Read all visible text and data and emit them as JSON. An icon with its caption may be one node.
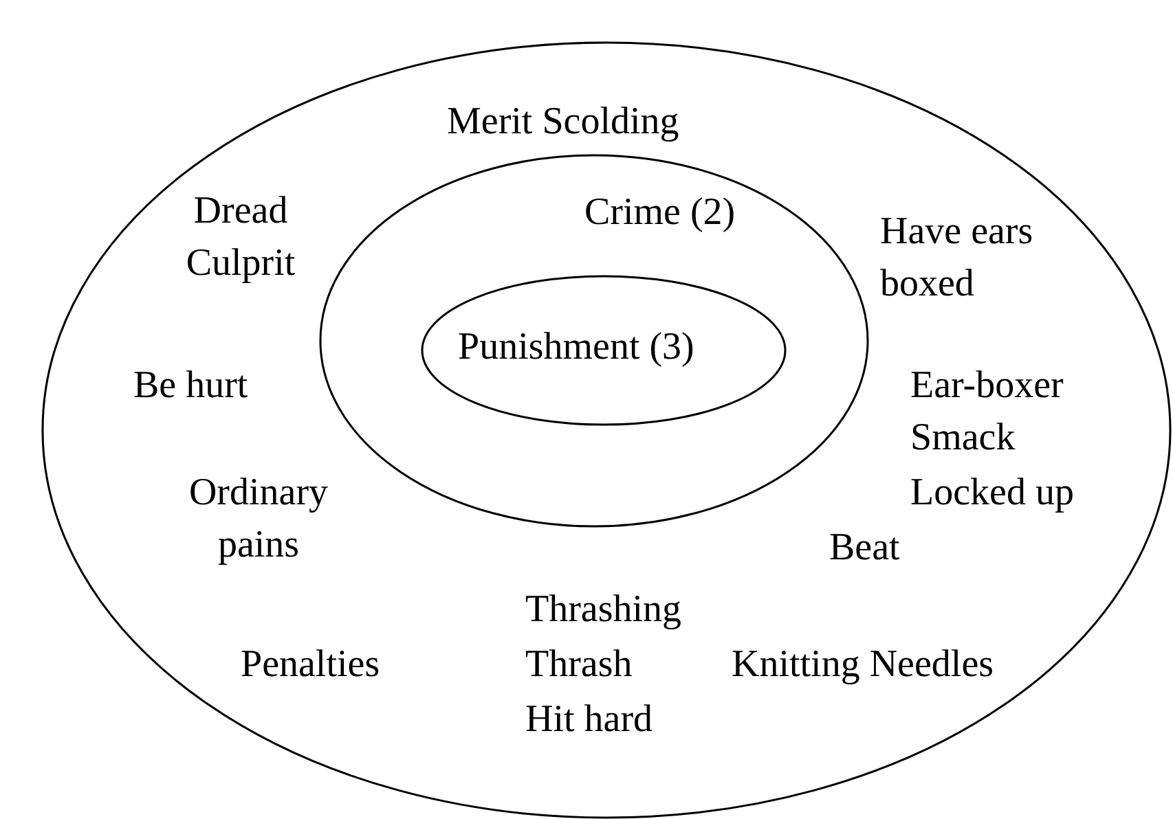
{
  "diagram": {
    "nodes": [
      {
        "text": [
          "Merit Scolding",
          "Dread Culprit",
          "Have ears boxed",
          "Be hurt",
          "Ear-boxer",
          "Smack",
          "Locked up",
          "Ordinary pains",
          "Beat",
          "Thrashing",
          "Penalties",
          "Thrash",
          "Knitting Needles",
          "Hit hard"
        ]
      },
      {
        "text": [
          "Crime (2)"
        ],
        "in": 0
      },
      {
        "text": [
          "Punishment (3)"
        ],
        "in": 1
      }
    ]
  }
}
